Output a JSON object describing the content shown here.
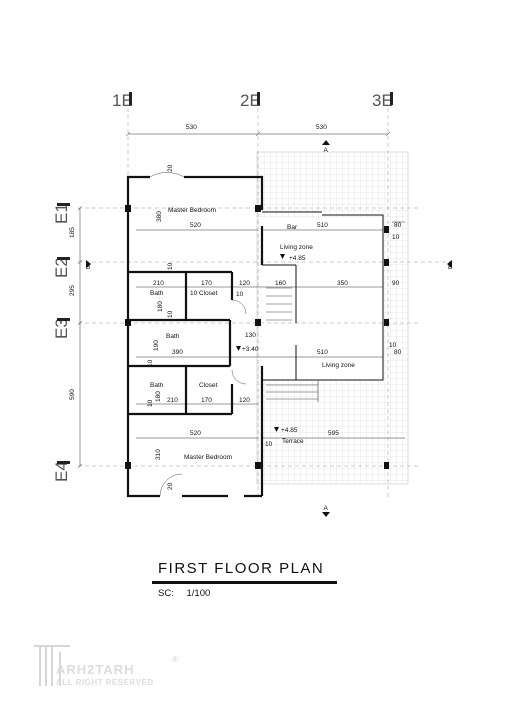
{
  "grid": {
    "columns": [
      "1E",
      "2E",
      "3E"
    ],
    "rows": [
      "E1",
      "E2",
      "E3",
      "E4"
    ]
  },
  "dimensions": {
    "top_530_a": "530",
    "top_530_b": "530",
    "left_185": "185",
    "left_295": "295",
    "left_590": "590",
    "d20_top": "20",
    "d380": "380",
    "d520_top": "520",
    "d510_bar": "510",
    "d80_a": "80",
    "d10_a": "10",
    "d10_b": "10",
    "d210_a": "210",
    "d170_a": "170",
    "d120_a": "120",
    "d160": "160",
    "d350": "350",
    "d90": "90",
    "d10_c": "10",
    "d10_d": "10",
    "d180_a": "180",
    "d10_e": "10",
    "d130": "130",
    "d190": "190",
    "d390": "390",
    "d510_mid": "510",
    "d10_f": "10",
    "d80_b": "80",
    "d10_g": "10",
    "d10_h": "10",
    "d180_b": "180",
    "d210_b": "210",
    "d170_b": "170",
    "d120_b": "120",
    "d520_bot": "520",
    "d595": "595",
    "d10_i": "10",
    "d310": "310",
    "d20_bot": "20"
  },
  "rooms": {
    "master_top": "Master Bedroom",
    "bar": "Bar",
    "living_top": "Living zone",
    "bath_1": "Bath",
    "closet_1": "Closet",
    "bath_2": "Bath",
    "bath_3": "Bath",
    "closet_2": "Closet",
    "living_mid": "Living zone",
    "terrace": "Terrace",
    "master_bottom": "Master Bedroom"
  },
  "levels": {
    "upper": "+4.85",
    "stair": "+3.40",
    "terrace": "+4.85"
  },
  "section_marks": {
    "a": "A",
    "b": "B"
  },
  "footer": {
    "title": "FIRST FLOOR PLAN",
    "scale_label": "SC:",
    "scale_value": "1/100"
  },
  "watermark": {
    "brand": "ARH2TARH",
    "rights": "ALL RIGHT RESERVED",
    "registered": "®"
  }
}
